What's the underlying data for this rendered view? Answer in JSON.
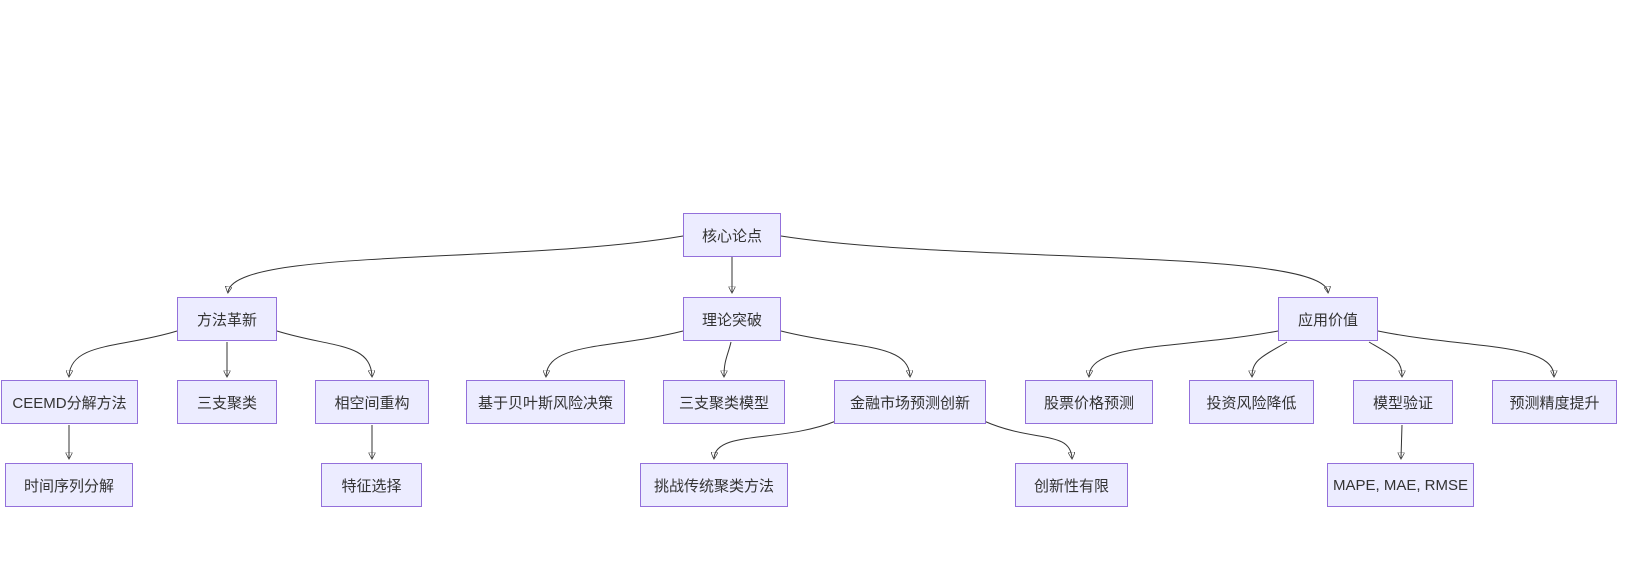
{
  "diagram": {
    "type": "flowchart-tree",
    "background_color": "#ffffff",
    "node_fill_color": "#ECECFF",
    "node_border_color": "#9370DB",
    "edge_color": "#333333",
    "text_color": "#333333"
  },
  "nodes": [
    {
      "id": "core",
      "label": "核心论点"
    },
    {
      "id": "method",
      "label": "方法革新"
    },
    {
      "id": "theory",
      "label": "理论突破"
    },
    {
      "id": "app",
      "label": "应用价值"
    },
    {
      "id": "ceemd",
      "label": "CEEMD分解方法"
    },
    {
      "id": "threeway",
      "label": "三支聚类"
    },
    {
      "id": "phase",
      "label": "相空间重构"
    },
    {
      "id": "tsdecomp",
      "label": "时间序列分解"
    },
    {
      "id": "feature",
      "label": "特征选择"
    },
    {
      "id": "bayes",
      "label": "基于贝叶斯风险决策"
    },
    {
      "id": "twmodel",
      "label": "三支聚类模型"
    },
    {
      "id": "fin",
      "label": "金融市场预测创新"
    },
    {
      "id": "challenge",
      "label": "挑战传统聚类方法"
    },
    {
      "id": "limited",
      "label": "创新性有限"
    },
    {
      "id": "stock",
      "label": "股票价格预测"
    },
    {
      "id": "risk",
      "label": "投资风险降低"
    },
    {
      "id": "valid",
      "label": "模型验证"
    },
    {
      "id": "precision",
      "label": "预测精度提升"
    },
    {
      "id": "metrics",
      "label": "MAPE, MAE, RMSE"
    }
  ],
  "edges": [
    {
      "from": "core",
      "to": "method"
    },
    {
      "from": "core",
      "to": "theory"
    },
    {
      "from": "core",
      "to": "app"
    },
    {
      "from": "method",
      "to": "ceemd"
    },
    {
      "from": "method",
      "to": "threeway"
    },
    {
      "from": "method",
      "to": "phase"
    },
    {
      "from": "ceemd",
      "to": "tsdecomp"
    },
    {
      "from": "phase",
      "to": "feature"
    },
    {
      "from": "theory",
      "to": "bayes"
    },
    {
      "from": "theory",
      "to": "twmodel"
    },
    {
      "from": "theory",
      "to": "fin"
    },
    {
      "from": "fin",
      "to": "challenge"
    },
    {
      "from": "fin",
      "to": "limited"
    },
    {
      "from": "app",
      "to": "stock"
    },
    {
      "from": "app",
      "to": "risk"
    },
    {
      "from": "app",
      "to": "valid"
    },
    {
      "from": "app",
      "to": "precision"
    },
    {
      "from": "valid",
      "to": "metrics"
    }
  ]
}
